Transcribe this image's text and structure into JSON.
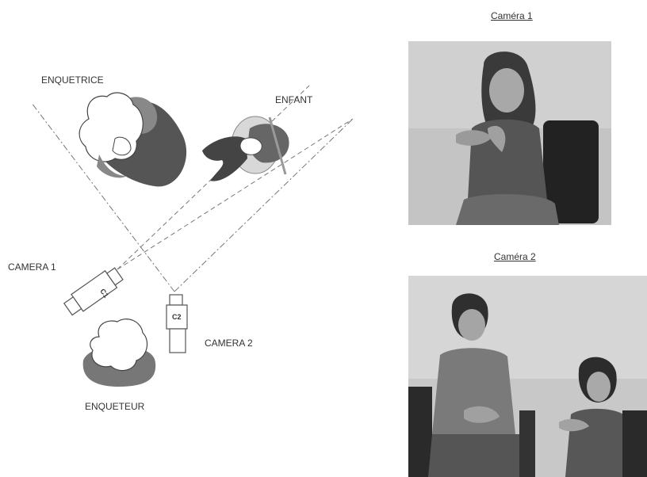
{
  "diagram": {
    "labels": {
      "interviewer_female": "ENQUETRICE",
      "child": "ENFANT",
      "camera1": "CAMERA 1",
      "camera2": "CAMERA 2",
      "interviewer_male": "ENQUETEUR",
      "cam1_tag": "C1",
      "cam2_tag": "C2"
    },
    "colors": {
      "line": "#777777",
      "hair": "#ffffff",
      "shirt_dark": "#555555",
      "shirt_mid": "#888888",
      "body_light": "#b0b0b0"
    }
  },
  "photos": [
    {
      "caption": "Caméra 1",
      "icon": "photo-camera-1"
    },
    {
      "caption": "Caméra 2",
      "icon": "photo-camera-2"
    }
  ]
}
